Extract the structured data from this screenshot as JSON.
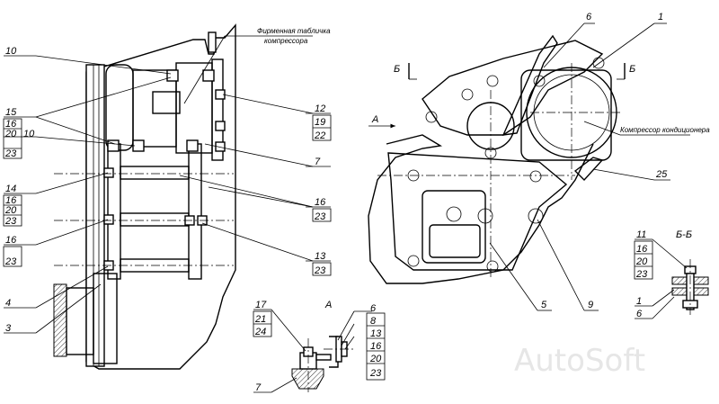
{
  "diagram": {
    "left_view": {
      "captions": {
        "nameplate_line1": "Фирменная табличка",
        "nameplate_line2": "компрессора"
      },
      "labels": {
        "l10a": "10",
        "l15": "15",
        "l16a": "16",
        "l20a": "20",
        "l10b": "10",
        "l23a": "23",
        "l14": "14",
        "l16b": "16",
        "l20b": "20",
        "l23b": "23",
        "l16c": "16",
        "l23c": "23",
        "l4": "4",
        "l3": "3",
        "l12": "12",
        "l19": "19",
        "l22": "22",
        "l7": "7",
        "r16": "16",
        "r23": "23",
        "r13": "13",
        "r23b": "23"
      }
    },
    "right_view": {
      "section_letter_1": "Б",
      "section_letter_2": "Б",
      "view_arrow_letter": "А",
      "compressor_caption": "Компрессор кондиционера",
      "labels": {
        "l6": "6",
        "l1": "1",
        "l25": "25",
        "l5": "5",
        "l9": "9"
      }
    },
    "detail_a": {
      "title": "А",
      "labels": {
        "l17": "17",
        "l21": "21",
        "l24": "24",
        "l7": "7",
        "l6": "6",
        "l8": "8",
        "l13": "13",
        "l16": "16",
        "l20": "20",
        "l23": "23"
      }
    },
    "section_bb": {
      "title": "Б-Б",
      "labels": {
        "l11": "11",
        "l16": "16",
        "l20": "20",
        "l23": "23",
        "l1": "1",
        "l6": "6"
      }
    },
    "watermark": "AutoSoft"
  }
}
